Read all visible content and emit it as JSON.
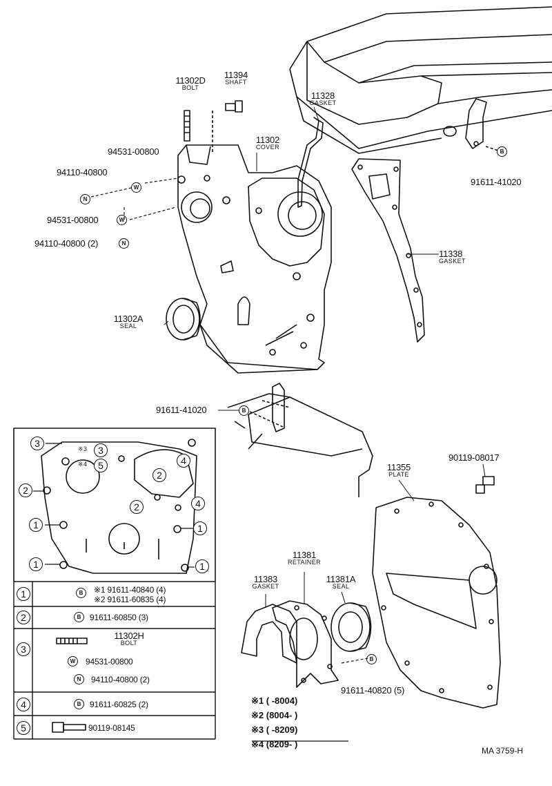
{
  "parts": {
    "p11302D": {
      "number": "11302D",
      "name": "BOLT"
    },
    "p11394": {
      "number": "11394",
      "name": "SHAFT"
    },
    "p11328": {
      "number": "11328",
      "name": "GASKET"
    },
    "p11302": {
      "number": "11302",
      "name": "COVER"
    },
    "p94531_a": "94531-00800",
    "p94110_a": "94110-40800",
    "p94531_b": "94531-00800",
    "p94110_b": "94110-40800 (2)",
    "p91611_41020_a": "91611-41020",
    "p11338": {
      "number": "11338",
      "name": "GASKET"
    },
    "p11302A": {
      "number": "11302A",
      "name": "SEAL"
    },
    "p91611_41020_b": "91611-41020",
    "p90119_08017": "90119-08017",
    "p11355": {
      "number": "11355",
      "name": "PLATE"
    },
    "p11381": {
      "number": "11381",
      "name": "RETAINER"
    },
    "p11383": {
      "number": "11383",
      "name": "GASKET"
    },
    "p11381A": {
      "number": "11381A",
      "name": "SEAL"
    },
    "p91611_40820": "91611-40820 (5)"
  },
  "symbols": {
    "bolt": "B",
    "washer": "W",
    "nut": "N"
  },
  "inset_callouts": [
    "1",
    "2",
    "3",
    "4",
    "5"
  ],
  "inset_marks": {
    "m3": "※3",
    "m4": "※4"
  },
  "table": {
    "rows": [
      {
        "id": "1",
        "lines": [
          "※1 91611-40840 (4)",
          "※2 91611-60835 (4)"
        ]
      },
      {
        "id": "2",
        "lines": [
          "91611-60850 (3)"
        ]
      },
      {
        "id": "3",
        "bolt_number": "11302H",
        "bolt_name": "BOLT",
        "washer": "94531-00800",
        "nut": "94110-40800 (2)"
      },
      {
        "id": "4",
        "lines": [
          "91611-60825 (2)"
        ]
      },
      {
        "id": "5",
        "lines": [
          "90119-08145"
        ]
      }
    ]
  },
  "notes": [
    {
      "mark": "※1",
      "range": "(      -8004)"
    },
    {
      "mark": "※2",
      "range": "(8004-      )"
    },
    {
      "mark": "※3",
      "range": "(      -8209)"
    },
    {
      "mark": "※4",
      "range": "(8209-      )"
    }
  ],
  "reference": "MA 3759-H"
}
